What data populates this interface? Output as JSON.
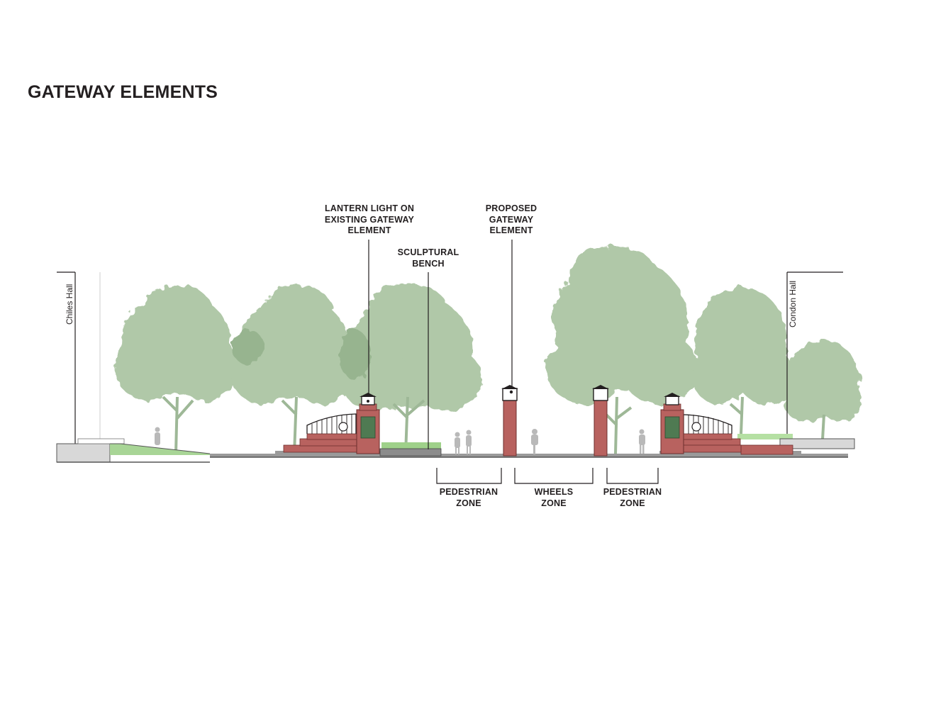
{
  "title": "GATEWAY ELEMENTS",
  "callouts": {
    "lantern": "LANTERN LIGHT ON\nEXISTING GATEWAY\nELEMENT",
    "bench": "SCULPTURAL\nBENCH",
    "proposed": "PROPOSED\nGATEWAY\nELEMENT"
  },
  "buildings": {
    "left": "Chiles Hall",
    "right": "Condon Hall"
  },
  "zones": {
    "pedestrian_left": "PEDESTRIAN\nZONE",
    "wheels": "WHEELS\nZONE",
    "pedestrian_right": "PEDESTRIAN\nZONE"
  },
  "colors": {
    "tree": "#a9c3a0",
    "tree_dark": "#8fae86",
    "brick": "#b8625f",
    "brick_dark": "#8f3f3c",
    "panel_green": "#4f7a52",
    "grass": "#9fcf8c",
    "ground": "#8c8c8c",
    "ink": "#231f20"
  }
}
